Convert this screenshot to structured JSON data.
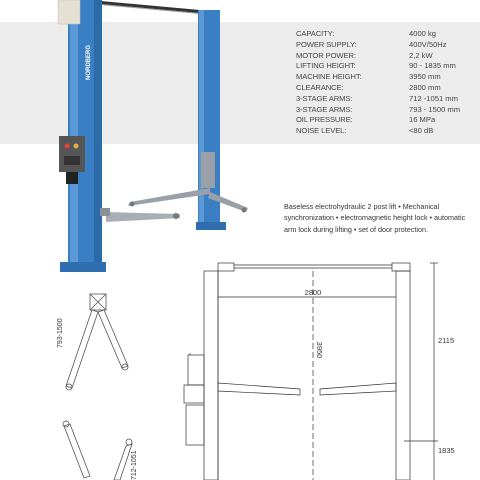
{
  "brand": {
    "logo_text": "NORDBERG"
  },
  "specs": [
    {
      "label": "CAPACITY:",
      "value": "4000 kg"
    },
    {
      "label": "POWER SUPPLY:",
      "value": "400V/50Hz"
    },
    {
      "label": "MOTOR POWER:",
      "value": "2,2 kW"
    },
    {
      "label": "LIFTING HEIGHT:",
      "value": "90 - 1835 mm"
    },
    {
      "label": "MACHINE HEIGHT:",
      "value": "3950 mm"
    },
    {
      "label": "CLEARANCE:",
      "value": "2800 mm"
    },
    {
      "label": "3-STAGE ARMS:",
      "value": "712 -1051 mm"
    },
    {
      "label": "3-STAGE ARMS:",
      "value": "793 - 1500 mm"
    },
    {
      "label": "OIL PRESSURE:",
      "value": "16 MPa"
    },
    {
      "label": "NOISE LEVEL:",
      "value": "<80 dB"
    }
  ],
  "description": "Baseless electrohydraulic 2 post lift • Mechanical synchronization • electromagnetic height lock • automatic arm lock during lifting • set of door protection.",
  "dimensions": {
    "width": "2800",
    "height": "3950",
    "upper": "2115",
    "lower": "1835"
  },
  "arms": {
    "long": "793-1500",
    "short": "712-1051"
  },
  "colors": {
    "post_blue": "#3a7fc4",
    "band_grey": "#ececec"
  }
}
